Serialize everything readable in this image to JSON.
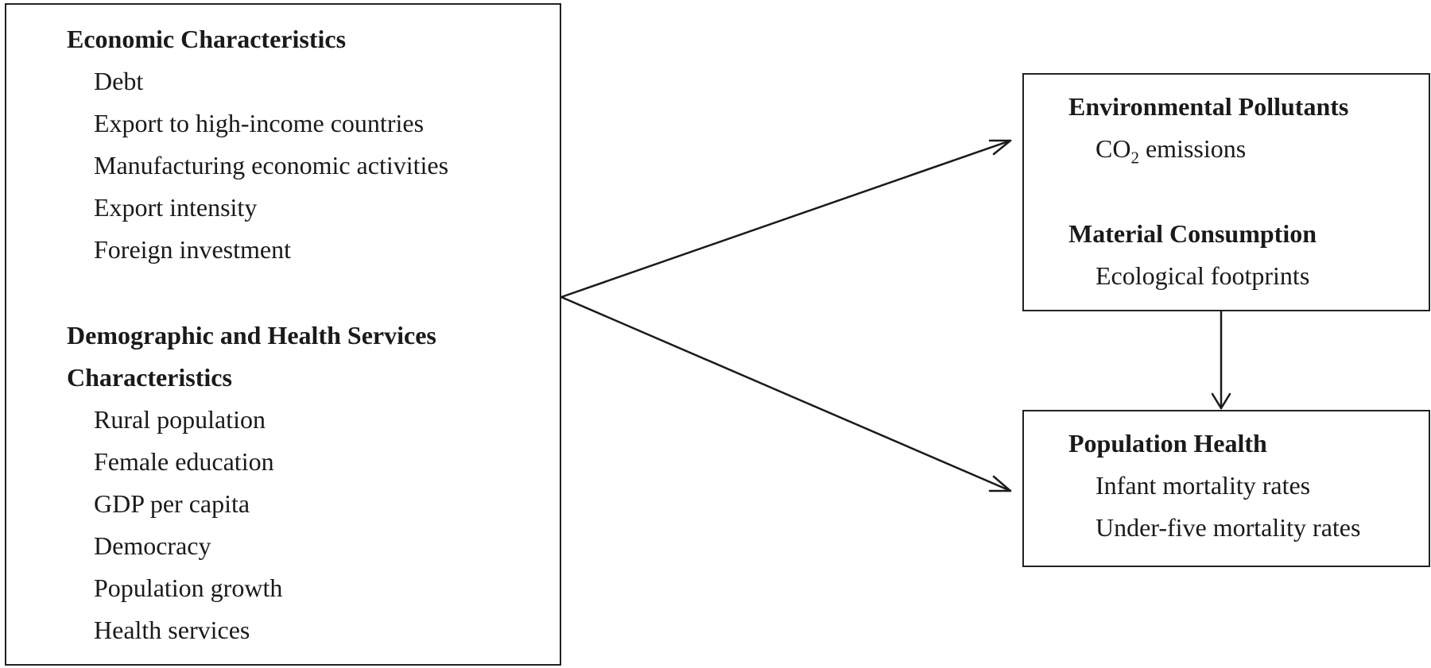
{
  "left_panel": {
    "economic": {
      "heading": "Economic Characteristics",
      "items": [
        "Debt",
        "Export to high-income countries",
        "Manufacturing economic activities",
        "Export intensity",
        "Foreign investment"
      ]
    },
    "demographic": {
      "heading_line1": "Demographic and Health Services",
      "heading_line2": "Characteristics",
      "items": [
        "Rural population",
        "Female education",
        "GDP per capita",
        "Democracy",
        "Population growth",
        "Health services"
      ]
    }
  },
  "env_panel": {
    "pollutants_heading": "Environmental Pollutants",
    "co2_prefix": "CO",
    "co2_subscript": "2",
    "co2_suffix": " emissions",
    "material_heading": "Material Consumption",
    "material_item": "Ecological footprints"
  },
  "pop_panel": {
    "heading": "Population Health",
    "items": [
      "Infant mortality rates",
      "Under-five mortality rates"
    ]
  },
  "colors": {
    "line": "#1a1a1a",
    "border": "#222222"
  }
}
